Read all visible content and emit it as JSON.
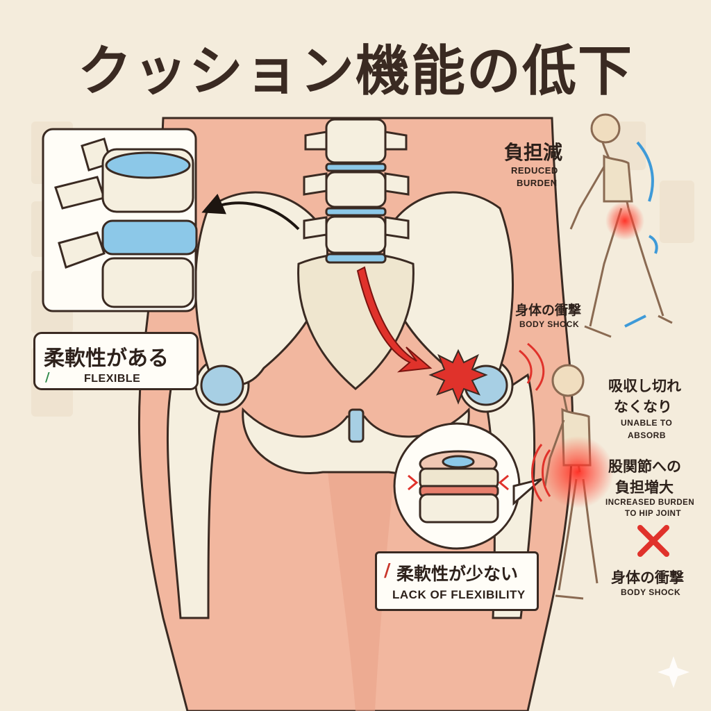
{
  "title": "クッション機能の低下",
  "flexible_callout": {
    "jp": "柔軟性がある",
    "en": "FLEXIBLE"
  },
  "inflexible_callout": {
    "jp": "柔軟性が少ない",
    "en": "LACK OF FLEXIBILITY"
  },
  "top_figure": {
    "reduced": {
      "jp": "負担減",
      "en_line1": "REDUCED",
      "en_line2": "BURDEN"
    },
    "shock": {
      "jp": "身体の衝撃",
      "en": "BODY SHOCK"
    }
  },
  "bottom_figure": {
    "absorb": {
      "jp_line1": "吸収し切れ",
      "jp_line2": "なくなり",
      "en_line1": "UNABLE TO",
      "en_line2": "ABSORB"
    },
    "hip": {
      "jp_line1": "股関節への",
      "jp_line2": "負担増大",
      "en_line1": "INCREASED BURDEN",
      "en_line2": "TO HIP JOINT"
    },
    "shock": {
      "jp": "身体の衝撃",
      "en": "BODY SHOCK"
    }
  },
  "colors": {
    "background": "#f4ecdc",
    "skin": "#f2b79f",
    "bone": "#f5efdf",
    "disc_healthy": "#8cc8e8",
    "impact": "#e0322b",
    "outline": "#3a2a22"
  }
}
